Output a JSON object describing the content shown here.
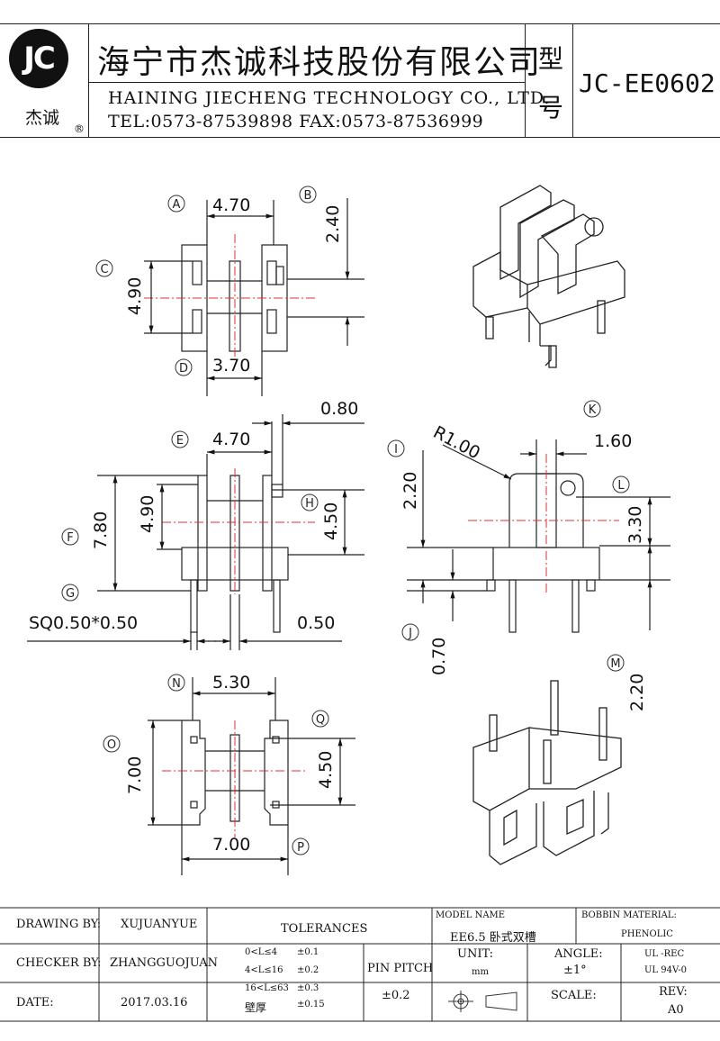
{
  "header": {
    "logo_text": "JC",
    "logo_name": "杰诚",
    "logo_reg": "®",
    "company_cn": "海宁市杰诚科技股份有限公司",
    "company_en": "HAINING JIECHENG TECHNOLOGY CO., LTD.",
    "contact": "TEL:0573-87539898  FAX:0573-87536999",
    "model_label_1": "型",
    "model_label_2": "号",
    "model_code": "JC-EE0602"
  },
  "dims": {
    "a_470": "4.70",
    "b_240": "2.40",
    "c_490": "4.90",
    "d_370": "3.70",
    "e_470": "4.70",
    "e_080": "0.80",
    "f_780": "7.80",
    "f_490": "4.90",
    "h_450": "4.50",
    "sq": "SQ0.50*0.50",
    "g_050": "0.50",
    "r_100": "R1.00",
    "k_160": "1.60",
    "i_220": "2.20",
    "l_330": "3.30",
    "j_070": "0.70",
    "m_220": "2.20",
    "n_530": "5.30",
    "o_700": "7.00",
    "q_450": "4.50",
    "p_700": "7.00"
  },
  "markers": [
    "A",
    "B",
    "C",
    "D",
    "E",
    "F",
    "G",
    "H",
    "I",
    "J",
    "K",
    "L",
    "M",
    "N",
    "O",
    "P",
    "Q"
  ],
  "title_block": {
    "drawing_by_label": "DRAWING  BY:",
    "drawing_by": "XUJUANYUE",
    "tolerances_label": "TOLERANCES",
    "model_name_label": "MODEL NAME",
    "model_name": "EE6.5 卧式双槽",
    "bobbin_material_label": "BOBBIN MATERIAL:",
    "bobbin_material": "PHENOLIC",
    "checker_by_label": "CHECKER  BY:",
    "checker_by": "ZHANGGUOJUAN",
    "tol_rows": [
      {
        "range": "0<L≤4",
        "value": "±0.1"
      },
      {
        "range": "4<L≤16",
        "value": "±0.2"
      },
      {
        "range": "16<L≤63",
        "value": "±0.3"
      },
      {
        "range": "壁厚",
        "value": "±0.15"
      }
    ],
    "pin_pitch_label": "PIN PITCH",
    "pin_pitch": "±0.2",
    "unit_label": "UNIT:",
    "unit": "mm",
    "angle_label": "ANGLE:",
    "angle": "±1°",
    "ul1": "UL -REC",
    "ul2": "UL  94V-0",
    "date_label": "DATE:",
    "date": "2017.03.16",
    "scale_label": "SCALE:",
    "rev_label": "REV:",
    "rev": "A0"
  }
}
